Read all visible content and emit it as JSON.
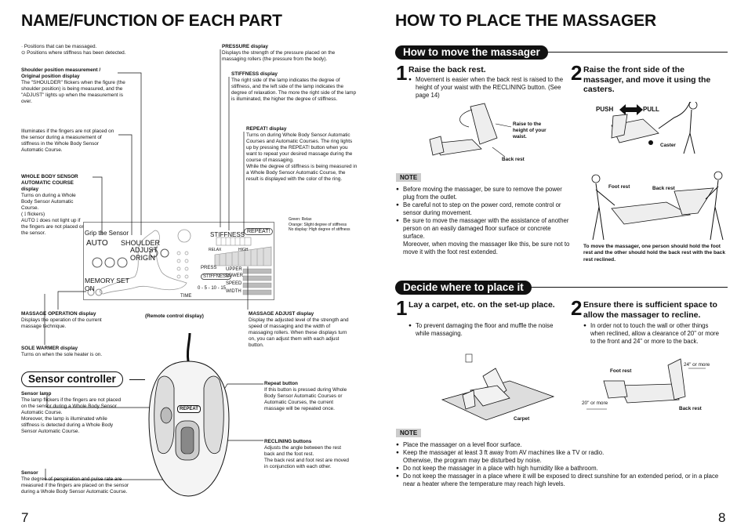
{
  "left": {
    "title": "NAME/FUNCTION OF EACH PART",
    "legend_line1": "·  Positions that can be massaged.",
    "legend_line2": "⊙ Positions where stiffness has been detected.",
    "shoulder_title1": "Shoulder position measurement /",
    "shoulder_title2": "Original position display",
    "shoulder_body": "The \"SHOULDER\" flickers when the figure (the shoulder position) is being measured, and the \"ADJUST\" lights up when the measurement is over.",
    "fingers_body": "Illuminates if the fingers are not placed on the sensor during a measurement of stiffness in the Whole Body Sensor Automatic Course.",
    "whole_title": "WHOLE BODY SENSOR AUTOMATIC COURSE display",
    "whole_body": "Turns on during a Whole Body Sensor Automatic Course.",
    "whole_flicker": "( ⟟ flickers)",
    "whole_auto": "AUTO ⟟ does not light up if the fingers are not placed on the sensor.",
    "pressure_title": "PRESSURE display",
    "pressure_body": "Displays the strength of the pressure placed on the massaging rollers (the pressure from the body).",
    "stiff_title": "STIFFNESS display",
    "stiff_body": "The right side of the lamp indicates the degree of stiffness, and the left side of the lamp indicates the degree of relaxation. The more the right side of the lamp is illuminated, the higher the degree of stiffness.",
    "repeat_title": "REPEAT! display",
    "repeat_body1": "Turns on during Whole Body Sensor Automatic Courses and Automatic Courses. The ring lights up by pressing the REPEAT! button when you want to repeat your desired massage during the course of massaging.",
    "repeat_body2": "While the degree of stiffness is being measured in a Whole Body Sensor Automatic Course, the result is displayed with the color of the ring.",
    "ring_colors": "Green: Relax\nOrange: Slight degree of stiffness\nNo display: High degree of stiffness",
    "massop_title": "MASSAGE OPERATION display",
    "massop_body": "Displays the operation of the current massage technique.",
    "remote_caption": "(Remote control display)",
    "madjust_title": "MASSAGE ADJUST display",
    "madjust_body": "Display the adjusted level of the strength and speed of massaging and the width of massaging rollers. When these displays turn on, you can adjust them with each adjust button.",
    "warmer_title": "SOLE WARMER display",
    "warmer_body": "Turns on when the sole heater is on.",
    "sensor_ctrl": "Sensor controller",
    "lamp_title": "Sensor lamp",
    "lamp_body1": "The lamp flickers if the fingers are not placed on the sensor during a Whole Body Sensor Automatic Course.",
    "lamp_body2": "Moreover, the lamp is illuminated while  stiffness is detected during a Whole Body Sensor Automatic Course.",
    "sensor_title": "Sensor",
    "sensor_body": "The degree of perspiration and pulse rate are measured if the fingers are placed on the sensor during a Whole Body Sensor Automatic Course.",
    "repbtn_title": "Repeat button",
    "repbtn_body": "If this button is pressed during Whole Body Sensor Automatic Courses or Automatic Courses, the current massage will be repeated once.",
    "recl_title": "RECLINING buttons",
    "recl_body1": "Adjusts the angle between the rest back and the foot rest.",
    "recl_body2": "The back rest and foot rest are moved in conjunction with each other.",
    "page": "7",
    "lcd": {
      "grip": "Grip the Sensor",
      "auto": "AUTO",
      "shoulder": "SHOULDER",
      "adjust": "ADJUST",
      "origin": "ORIGIN",
      "memory": "MEMORY SET",
      "on": "ON",
      "stiffness": "STIFFNESS",
      "repeat": "REPEAT!",
      "relax": "RELAX",
      "high": "HIGH",
      "press": "PRESS",
      "stiff2": "STIFFNESS",
      "upper": "UPPER",
      "lower": "LOWER",
      "speed": "SPEED",
      "width": "WIDTH",
      "time": "TIME",
      "scale": "0 - 5 - 10 - 15"
    },
    "ctrl_repeat": "REPEAT"
  },
  "right": {
    "title": "HOW TO PLACE THE MASSAGER",
    "sec1": "How to move the massager",
    "step1_num": "1",
    "step1_title": "Raise the back rest.",
    "step1_bullet": "Movement is easier when the back rest is raised to the height of your waist with the RECLINING button. (See page 14)",
    "cap_raise": "Raise to the height of your waist.",
    "cap_backrest": "Back rest",
    "step2_num": "2",
    "step2_title": "Raise the front side of the massager, and move it using the casters.",
    "push": "PUSH",
    "pull": "PULL",
    "cap_caster": "Caster",
    "cap_footrest": "Foot rest",
    "cap_backrest2": "Back rest",
    "move_caption": "To move the massager, one person should hold the foot rest and the other should hold the back rest with the back rest reclined.",
    "note_label": "NOTE",
    "note1": [
      "Before moving the massager, be sure to remove the power plug from the outlet.",
      "Be careful not to step on the power cord, remote control or sensor during movement.",
      "Be sure to move the massager with the assistance of another person on an easily damaged floor surface or concrete surface.\nMoreover, when moving the massager like this, be sure not to move it with the foot rest extended."
    ],
    "sec2": "Decide where to place it",
    "step3_num": "1",
    "step3_title": "Lay a carpet, etc. on the set-up place.",
    "step3_bullet": "To prevent damaging the floor and muffle the noise while massaging.",
    "cap_carpet": "Carpet",
    "step4_num": "2",
    "step4_title": "Ensure there is sufficient space to allow the massager to recline.",
    "step4_bullet": "In order not to touch the wall or other things when reclined, allow a clearance of 20\" or more to the front and 24\" or more to the back.",
    "cap_24": "24\" or more",
    "cap_20": "20\" or more",
    "cap_footrest2": "Foot rest",
    "cap_backrest3": "Back rest",
    "note2": [
      "Place the massager on a level floor surface.",
      "Keep the massager at least 3 ft away from AV machines like a TV or radio.\nOtherwise, the program may be disturbed by noise.",
      "Do not keep the massager in a place with high humidity like a bathroom.",
      "Do not keep the massager in a place where it will be exposed to direct sunshine for an extended period, or in a place near a heater where the temperature may reach high levels."
    ],
    "page": "8"
  }
}
